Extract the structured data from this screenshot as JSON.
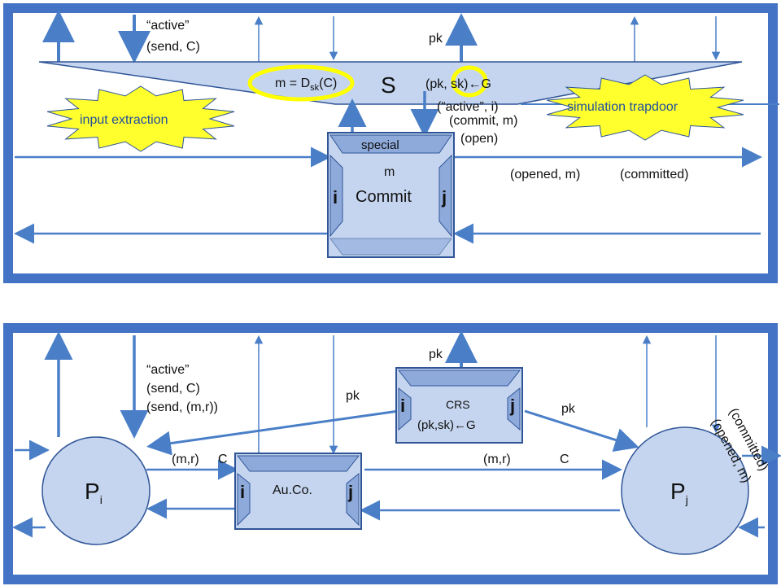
{
  "top_panel": {
    "label_active": "“active”",
    "label_send": "(send, C)",
    "label_pk": "pk",
    "sim_name": "S",
    "eq_prefix": "m = D",
    "eq_sub": "sk",
    "eq_suffix": "(C)",
    "keygen": "(pk, sk)←G",
    "active_i": "(“active”, i)",
    "commit_m": "(commit, m)",
    "open": "(open)",
    "opened_m": "(opened, m)",
    "committed": "(committed)",
    "burst_left": "input extraction",
    "burst_right": "simulation trapdoor",
    "func": {
      "special": "special",
      "m": "m",
      "name": "Commit",
      "left": "i",
      "right": "j"
    }
  },
  "bottom_panel": {
    "label_pk_top": "pk",
    "label_active": "“active”",
    "label_send_c": "(send, C)",
    "label_send_mr": "(send, (m,r))",
    "label_pk_left": "pk",
    "label_pk_right": "pk",
    "crs": {
      "name": "CRS",
      "keygen": "(pk,sk)←G",
      "left": "i",
      "right": "j"
    },
    "auco": {
      "name": "Au.Co.",
      "left": "i",
      "right": "j"
    },
    "mr_left": "(m,r)",
    "c_left": "C",
    "mr_right": "(m,r)",
    "c_right": "C",
    "pi_main": "P",
    "pi_sub": "i",
    "pj_main": "P",
    "pj_sub": "j",
    "committed": "(committed)",
    "opened_m": "(opened, m)"
  },
  "colors": {
    "frame": "#4472c4",
    "fill": "#c5d5ef",
    "arrow": "#4a7fc8",
    "dark": "#2f5597",
    "side": "#8eaadb",
    "burst": "#ffff2e",
    "ellipse": "#ffff00"
  }
}
